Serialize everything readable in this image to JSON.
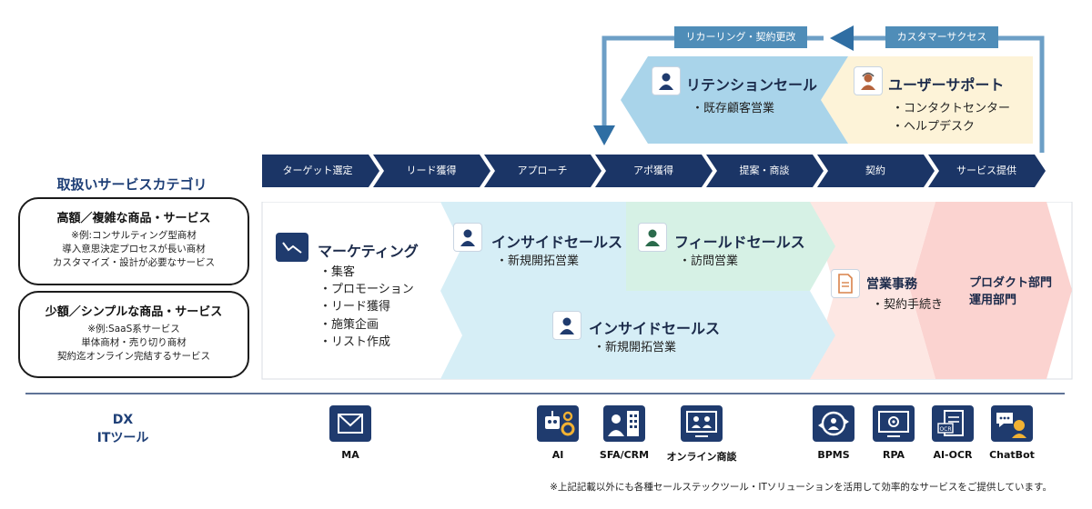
{
  "loop": {
    "recurring_label": "リカーリング・契約更改",
    "success_label": "カスタマーサクセス"
  },
  "retention": {
    "title": "リテンションセール",
    "items": [
      "・既存顧客営業"
    ]
  },
  "support": {
    "title": "ユーザーサポート",
    "items": [
      "・コンタクトセンター",
      "・ヘルプデスク"
    ]
  },
  "categories": {
    "heading": "取扱いサービスカテゴリ",
    "high": {
      "title": "高額／複雑な商品・サービス",
      "lines": [
        "※例:コンサルティング型商材",
        "導入意思決定プロセスが長い商材",
        "カスタマイズ・設計が必要なサービス"
      ]
    },
    "low": {
      "title": "少額／シンプルな商品・サービス",
      "lines": [
        "※例:SaaS系サービス",
        "単体商材・売り切り商材",
        "契約迄オンライン完結するサービス"
      ]
    }
  },
  "process_steps": [
    "ターゲット選定",
    "リード獲得",
    "アプローチ",
    "アポ獲得",
    "提案・商談",
    "契約",
    "サービス提供"
  ],
  "marketing": {
    "title": "マーケティング",
    "items": [
      "・集客",
      "・プロモーション",
      "・リード獲得",
      "・施策企画",
      "・リスト作成"
    ]
  },
  "inside_sales_top": {
    "title": "インサイドセールス",
    "items": [
      "・新規開拓営業"
    ]
  },
  "field_sales": {
    "title": "フィールドセールス",
    "items": [
      "・訪問営業"
    ]
  },
  "inside_sales_bottom": {
    "title": "インサイドセールス",
    "items": [
      "・新規開拓営業"
    ]
  },
  "sales_admin": {
    "title": "営業事務",
    "items": [
      "・契約手続き"
    ]
  },
  "product_dept": {
    "title_line1": "プロダクト部門",
    "title_line2": "運用部門"
  },
  "tools": {
    "heading_line1": "DX",
    "heading_line2": "ITツール",
    "items": [
      {
        "label": "MA",
        "icon": "mail-icon"
      },
      {
        "label": "AI",
        "icon": "robot-icon"
      },
      {
        "label": "SFA/CRM",
        "icon": "person-building-icon"
      },
      {
        "label": "オンライン商談",
        "icon": "video-meeting-icon"
      },
      {
        "label": "BPMS",
        "icon": "process-cycle-icon"
      },
      {
        "label": "RPA",
        "icon": "rpa-monitor-icon"
      },
      {
        "label": "AI-OCR",
        "icon": "ocr-document-icon"
      },
      {
        "label": "ChatBot",
        "icon": "chatbot-icon"
      }
    ]
  },
  "footnote": "※上記記載以外にも各種セールステックツール・ITソリューションを活用して効率的なサービスをご提供しています。",
  "colors": {
    "navy": "#1b3566",
    "light_blue": "#a9d4ea",
    "pale_blue": "#d6eef6",
    "mint": "#d6f1e5",
    "cream": "#fdf3d8",
    "peach": "#fde7e3",
    "pink": "#fbd3d0",
    "arrow_blue": "#4f8db8"
  }
}
